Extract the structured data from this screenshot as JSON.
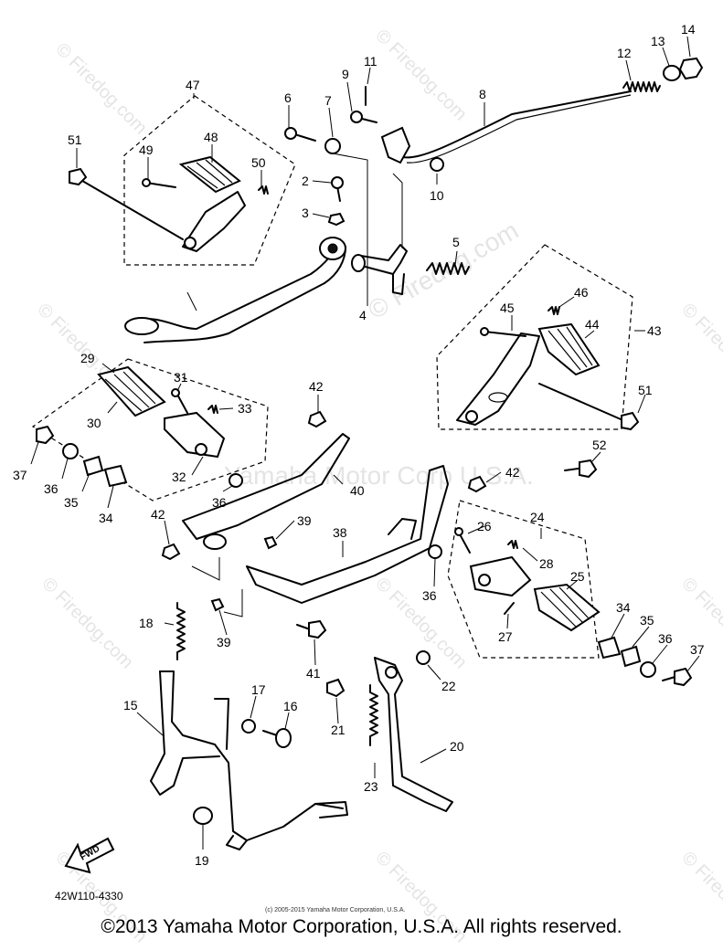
{
  "diagram": {
    "callouts": [
      {
        "id": "c47",
        "text": "47"
      },
      {
        "id": "c48",
        "text": "48"
      },
      {
        "id": "c49",
        "text": "49"
      },
      {
        "id": "c50",
        "text": "50"
      },
      {
        "id": "c51a",
        "text": "51"
      },
      {
        "id": "c6",
        "text": "6"
      },
      {
        "id": "c7",
        "text": "7"
      },
      {
        "id": "c9",
        "text": "9"
      },
      {
        "id": "c11",
        "text": "11"
      },
      {
        "id": "c8",
        "text": "8"
      },
      {
        "id": "c12",
        "text": "12"
      },
      {
        "id": "c13",
        "text": "13"
      },
      {
        "id": "c14",
        "text": "14"
      },
      {
        "id": "c2",
        "text": "2"
      },
      {
        "id": "c3",
        "text": "3"
      },
      {
        "id": "c10",
        "text": "10"
      },
      {
        "id": "c5",
        "text": "5"
      },
      {
        "id": "c4",
        "text": "4"
      },
      {
        "id": "c45",
        "text": "45"
      },
      {
        "id": "c46",
        "text": "46"
      },
      {
        "id": "c44",
        "text": "44"
      },
      {
        "id": "c43",
        "text": "43"
      },
      {
        "id": "c51b",
        "text": "51"
      },
      {
        "id": "c52",
        "text": "52"
      },
      {
        "id": "c29",
        "text": "29"
      },
      {
        "id": "c31",
        "text": "31"
      },
      {
        "id": "c33",
        "text": "33"
      },
      {
        "id": "c30",
        "text": "30"
      },
      {
        "id": "c42a",
        "text": "42"
      },
      {
        "id": "c37a",
        "text": "37"
      },
      {
        "id": "c36a",
        "text": "36"
      },
      {
        "id": "c35a",
        "text": "35"
      },
      {
        "id": "c34a",
        "text": "34"
      },
      {
        "id": "c32",
        "text": "32"
      },
      {
        "id": "c36b",
        "text": "36"
      },
      {
        "id": "c40",
        "text": "40"
      },
      {
        "id": "c42b",
        "text": "42"
      },
      {
        "id": "c42c",
        "text": "42"
      },
      {
        "id": "c39a",
        "text": "39"
      },
      {
        "id": "c38",
        "text": "38"
      },
      {
        "id": "c24",
        "text": "24"
      },
      {
        "id": "c26",
        "text": "26"
      },
      {
        "id": "c28",
        "text": "28"
      },
      {
        "id": "c25",
        "text": "25"
      },
      {
        "id": "c36c",
        "text": "36"
      },
      {
        "id": "c27",
        "text": "27"
      },
      {
        "id": "c34b",
        "text": "34"
      },
      {
        "id": "c35b",
        "text": "35"
      },
      {
        "id": "c36d",
        "text": "36"
      },
      {
        "id": "c37b",
        "text": "37"
      },
      {
        "id": "c18",
        "text": "18"
      },
      {
        "id": "c39b",
        "text": "39"
      },
      {
        "id": "c41",
        "text": "41"
      },
      {
        "id": "c22",
        "text": "22"
      },
      {
        "id": "c15",
        "text": "15"
      },
      {
        "id": "c17",
        "text": "17"
      },
      {
        "id": "c16",
        "text": "16"
      },
      {
        "id": "c21",
        "text": "21"
      },
      {
        "id": "c20",
        "text": "20"
      },
      {
        "id": "c23",
        "text": "23"
      },
      {
        "id": "c19",
        "text": "19"
      }
    ],
    "fwd_label": "FWD",
    "diagram_code": "42W110-4330",
    "watermark_text": "© Firedog.com",
    "watermark_center_text": "© Firedog.com",
    "watermark_company_text": "Yamaha Motor Corp U.S.A.",
    "small_copyright": "(c) 2005-2015 Yamaha Motor Corporation, U.S.A."
  },
  "footer": {
    "copyright": "©2013 Yamaha Motor Corporation, U.S.A. All rights reserved."
  }
}
